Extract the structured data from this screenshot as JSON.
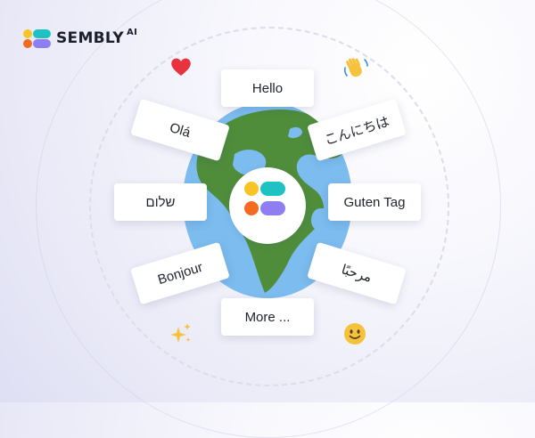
{
  "brand": {
    "name": "SEMBLY",
    "suffix": "AI"
  },
  "greetings": {
    "hello": "Hello",
    "ola": "Olá",
    "konnichiwa": "こんにちは",
    "shalom": "שלום",
    "guten_tag": "Guten Tag",
    "bonjour": "Bonjour",
    "marhaba": "مرحبًا",
    "more": "More ..."
  },
  "icons": {
    "heart": "heart-icon",
    "wave": "waving-hand-icon",
    "sparkles": "sparkles-icon",
    "smile": "smiling-face-icon"
  },
  "colors": {
    "yellow": "#f7c325",
    "teal": "#1fc2c2",
    "orange": "#f26b21",
    "purple": "#8e7ef2",
    "globe_water": "#7cbcef",
    "globe_land": "#4f8d3b"
  }
}
